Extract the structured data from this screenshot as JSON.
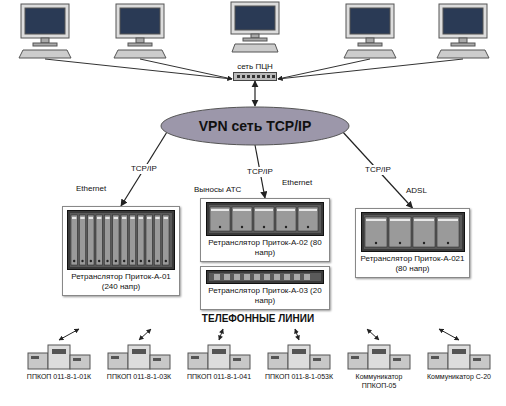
{
  "diagram": {
    "nodes": [
      {
        "text": [
          "сеть ПЦН"
        ]
      },
      {
        "text": [
          "VPN сеть TCP/IP"
        ]
      },
      {
        "text": [
          "Ретранслятор Приток-А-01 (240 напр)"
        ]
      },
      {
        "text": [
          "Ретранслятор Приток-А-02 (80 напр)"
        ]
      },
      {
        "text": [
          "Ретранслятор Приток-А-03 (20 напр)"
        ]
      },
      {
        "text": [
          "Ретранслятор Приток-А-021 (80 напр)"
        ]
      },
      {
        "text": [
          "ППКОП 011-8-1-01К"
        ]
      },
      {
        "text": [
          "ППКОП 011-8-1-03К"
        ]
      },
      {
        "text": [
          "ППКОП 011-8-1-041"
        ]
      },
      {
        "text": [
          "ППКОП 011-8-1-053К"
        ]
      },
      {
        "text": [
          "Коммуникатор ППКОП-05"
        ]
      },
      {
        "text": [
          "Коммуникатор С-20"
        ]
      }
    ],
    "edges": [
      {
        "from": 0,
        "to": 1,
        "arrow": "both"
      },
      {
        "from": 1,
        "to": 2,
        "arrow": "to",
        "label": "TCP/IP"
      },
      {
        "from": 1,
        "to": 3,
        "arrow": "to",
        "label": "TCP/IP"
      },
      {
        "from": 1,
        "to": 5,
        "arrow": "to",
        "label": "TCP/IP"
      }
    ],
    "labels": [
      "Выносы АТС",
      "Ethernet",
      "Ethernet",
      "ADSL",
      "ТЕЛЕФОННЫЕ ЛИНИИ"
    ]
  }
}
